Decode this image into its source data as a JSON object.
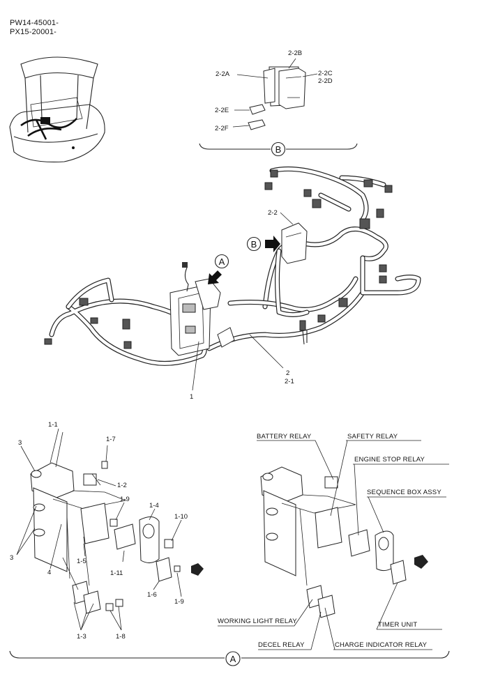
{
  "serials": [
    "PW14-45001-",
    "PX15-20001-"
  ],
  "view_a": "A",
  "view_b": "B",
  "labels": {
    "l_2_2A": "2-2A",
    "l_2_2B": "2-2B",
    "l_2_2C": "2-2C",
    "l_2_2D": "2-2D",
    "l_2_2E": "2-2E",
    "l_2_2F": "2-2F",
    "l_2_2": "2-2",
    "l_2": "2",
    "l_2_1": "2-1",
    "l_1": "1",
    "l_1_1": "1-1",
    "l_1_2": "1-2",
    "l_1_3": "1-3",
    "l_1_4": "1-4",
    "l_1_5": "1-5",
    "l_1_6": "1-6",
    "l_1_7": "1-7",
    "l_1_8": "1-8",
    "l_1_9a": "1-9",
    "l_1_9b": "1-9",
    "l_1_10": "1-10",
    "l_1_11": "1-11",
    "l_3a": "3",
    "l_3b": "3",
    "l_4": "4"
  },
  "names": {
    "battery_relay": "BATTERY RELAY",
    "safety_relay": "SAFETY RELAY",
    "engine_stop_relay": "ENGINE STOP RELAY",
    "sequence_box_assy": "SEQUENCE BOX ASSY",
    "working_light_relay": "WORKING LIGHT RELAY",
    "timer_unit": "TIMER UNIT",
    "decel_relay": "DECEL RELAY",
    "charge_indicator_relay": "CHARGE INDICATOR RELAY"
  }
}
